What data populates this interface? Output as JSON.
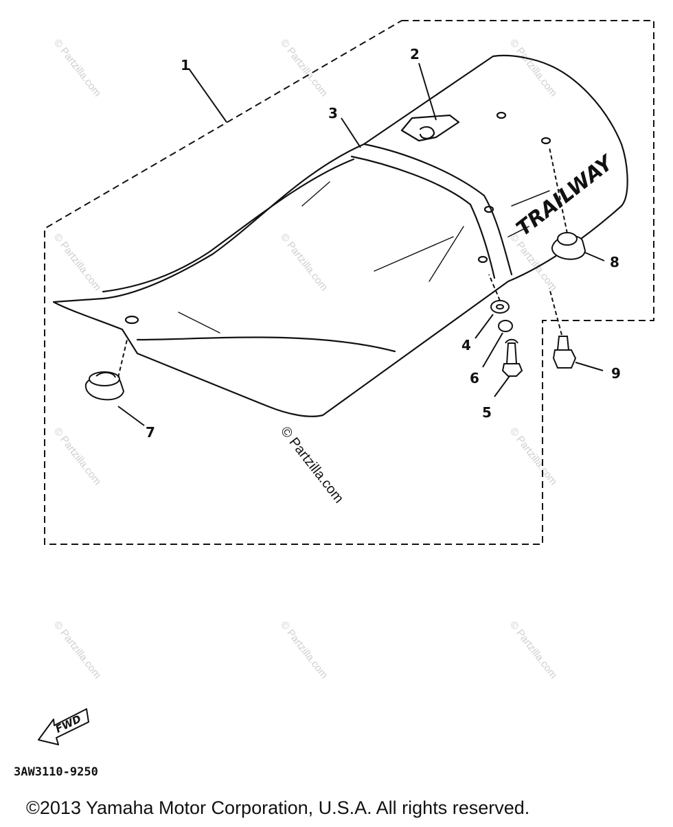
{
  "diagram": {
    "brand_text": "TRAILWAY",
    "fwd_label": "FWD",
    "part_code": "3AW3110-9250",
    "copyright": "©2013 Yamaha Motor Corporation, U.S.A. All rights reserved.",
    "watermark_text": "© Partzilla.com",
    "callouts": [
      {
        "id": "1",
        "label": "1"
      },
      {
        "id": "2",
        "label": "2"
      },
      {
        "id": "3",
        "label": "3"
      },
      {
        "id": "4",
        "label": "4"
      },
      {
        "id": "5",
        "label": "5"
      },
      {
        "id": "6",
        "label": "6"
      },
      {
        "id": "7",
        "label": "7"
      },
      {
        "id": "8",
        "label": "8"
      },
      {
        "id": "9",
        "label": "9"
      }
    ]
  }
}
